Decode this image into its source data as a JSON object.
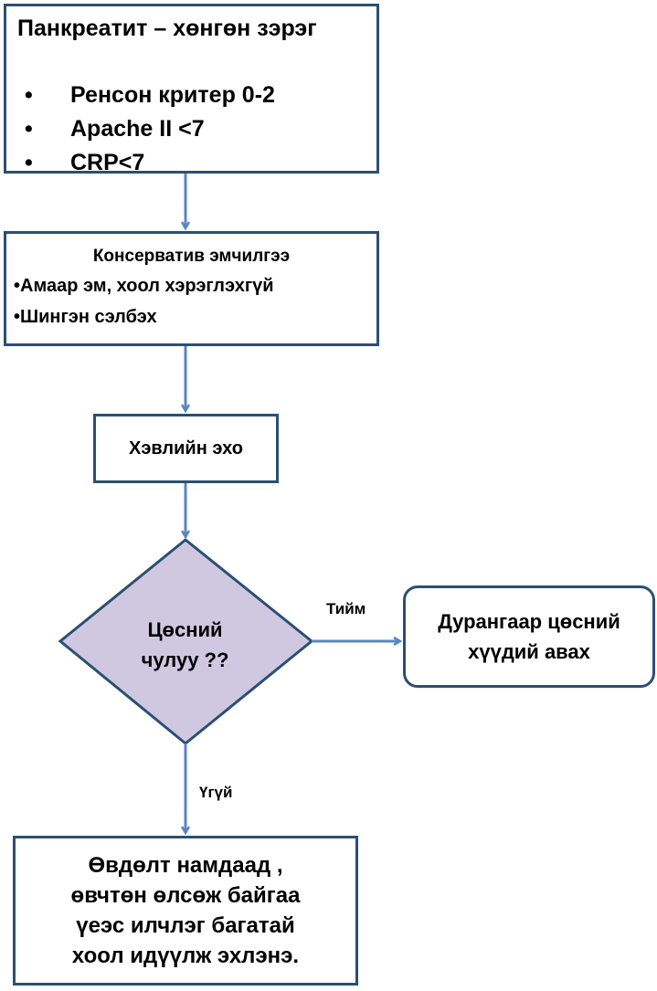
{
  "box1": {
    "title": "Панкреатит – хөнгөн зэрэг",
    "bullets": [
      {
        "symbol": "•",
        "text": "Ренсон критер 0-2"
      },
      {
        "symbol": "•",
        "text": "Apache II <7"
      },
      {
        "symbol": "•",
        "text": "CRP<7"
      }
    ]
  },
  "box2": {
    "title": "Консерватив эмчилгээ",
    "items": [
      "•Амаар эм, хоол хэрэглэхгүй",
      "•Шингэн сэлбэх"
    ]
  },
  "box3": {
    "text": "Хэвлийн эхо"
  },
  "decision": {
    "line1": "Цөсний",
    "line2": "чулуу ??"
  },
  "yes_box": {
    "line1": "Дурангаар цөсний",
    "line2": "хүүдий авах"
  },
  "no_box": {
    "lines": [
      "Өвдөлт намдаад ,",
      "өвчтөн өлсөж байгаа",
      "үеэс  илчлэг багатай",
      "хоол идүүлж эхлэнэ."
    ]
  },
  "edge_labels": {
    "yes": "Тийм",
    "no": "Үгүй"
  },
  "colors": {
    "box_border": "#2b4f72",
    "arrow": "#5a86c0",
    "diamond_fill": "#cfc8e0",
    "diamond_border": "#2b4f72"
  }
}
